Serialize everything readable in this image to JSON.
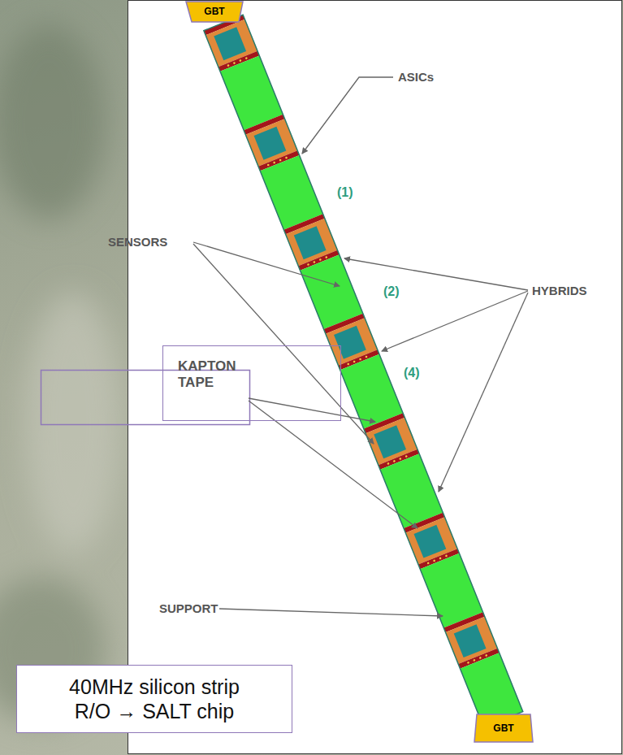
{
  "diagram": {
    "nodes": [
      {
        "text": [
          "GBT"
        ]
      },
      {
        "text": [
          "KAPTON TAPE"
        ]
      },
      {
        "text": [
          "40MHz silicon strip R/O → SALT chip"
        ]
      },
      {
        "text": [
          "GBT"
        ]
      }
    ],
    "labels": [
      "ASICs",
      "SENSORS",
      "HYBRIDS",
      "(1)",
      "(2)",
      "(4)",
      "SUPPORT"
    ]
  }
}
